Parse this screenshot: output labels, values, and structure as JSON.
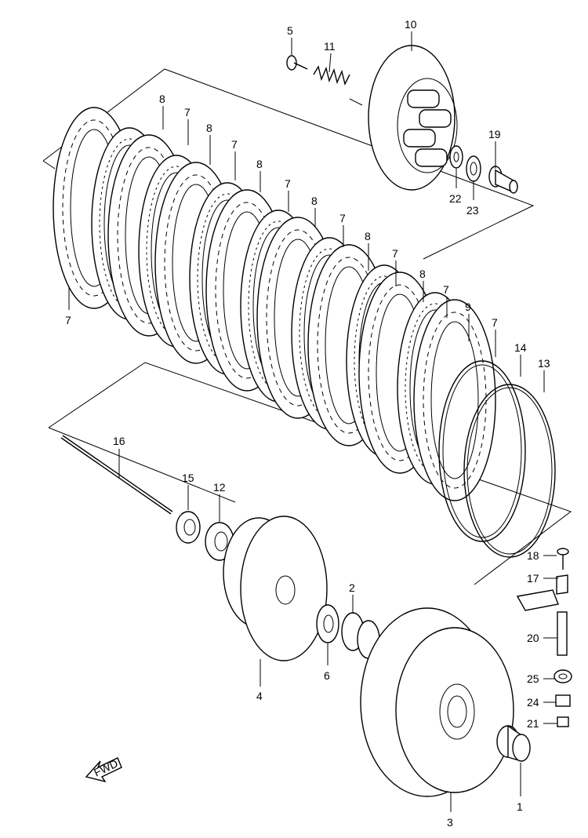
{
  "callouts": {
    "c1": "1",
    "c2": "2",
    "c3": "3",
    "c4": "4",
    "c5": "5",
    "c6": "6",
    "c7a": "7",
    "c7b": "7",
    "c7c": "7",
    "c7d": "7",
    "c7e": "7",
    "c7f": "7",
    "c7g": "7",
    "c7h": "7",
    "c8a": "8",
    "c8b": "8",
    "c8c": "8",
    "c8d": "8",
    "c8e": "8",
    "c8f": "8",
    "c9": "9",
    "c10": "10",
    "c11": "11",
    "c12": "12",
    "c13": "13",
    "c14": "14",
    "c15": "15",
    "c16": "16",
    "c17": "17",
    "c18": "18",
    "c19": "19",
    "c20": "20",
    "c21": "21",
    "c22": "22",
    "c23": "23",
    "c24": "24",
    "c25": "25"
  },
  "fwd_label": "FWD"
}
